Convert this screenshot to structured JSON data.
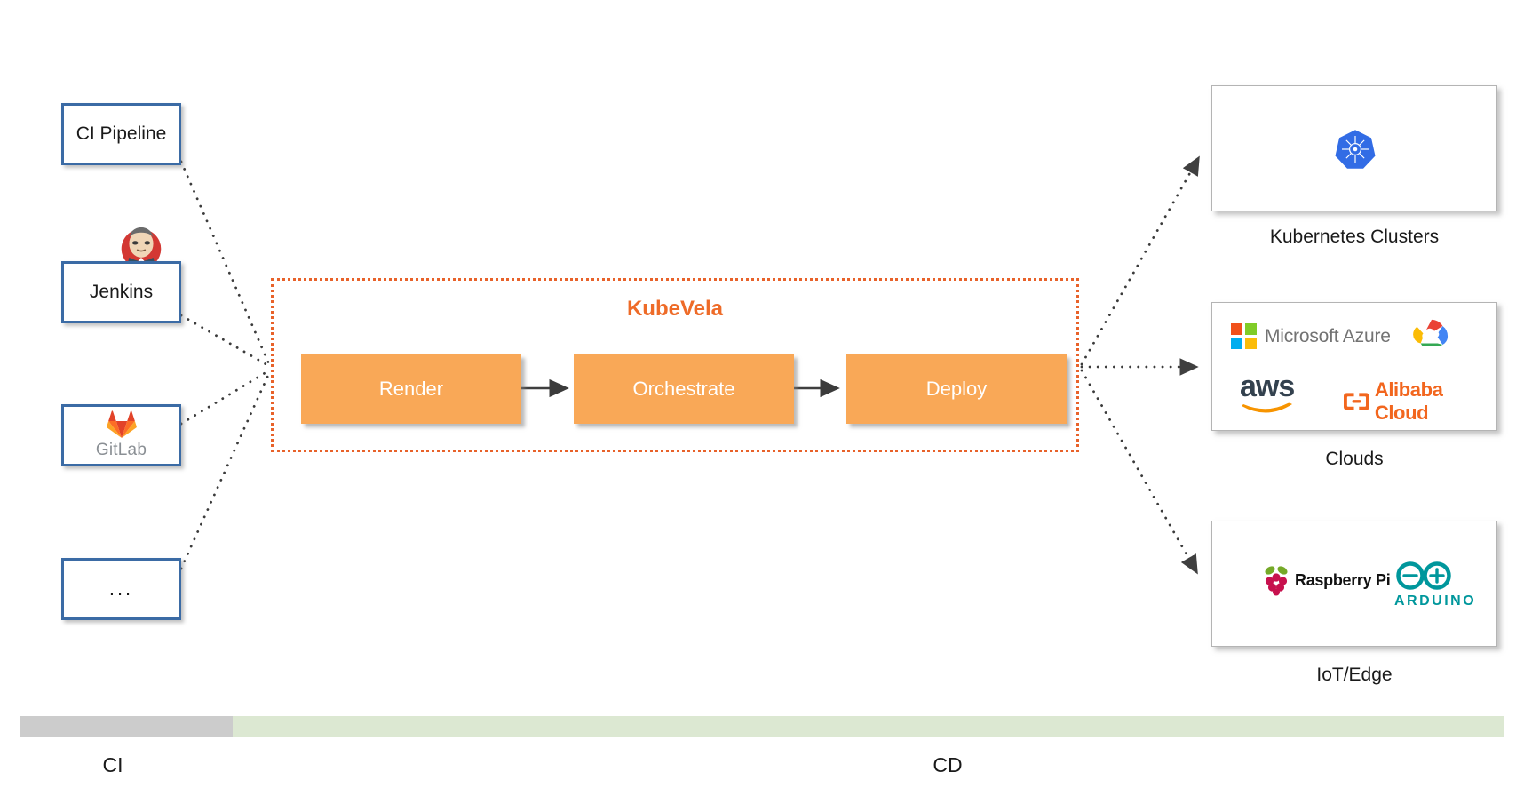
{
  "diagram": {
    "title": "KubeVela CI/CD flow",
    "colors": {
      "accent_orange": "#EE6B28",
      "stage_fill": "#F9A857",
      "source_border_blue": "#3B6BA5",
      "bar_ci_gray": "#CCCCCC",
      "bar_cd_green": "#DCE8D2"
    }
  },
  "sources": {
    "items": [
      {
        "id": "ci-pipeline",
        "label": "CI Pipeline",
        "icon": "none"
      },
      {
        "id": "jenkins",
        "label": "Jenkins",
        "icon": "jenkins-butler-icon"
      },
      {
        "id": "gitlab",
        "label": "GitLab",
        "icon": "gitlab-fox-icon"
      },
      {
        "id": "more",
        "label": "...",
        "icon": "none"
      }
    ]
  },
  "kubevela": {
    "title": "KubeVela",
    "stages": [
      {
        "id": "render",
        "label": "Render"
      },
      {
        "id": "orchestrate",
        "label": "Orchestrate"
      },
      {
        "id": "deploy",
        "label": "Deploy"
      }
    ]
  },
  "targets": {
    "items": [
      {
        "id": "kubernetes",
        "caption": "Kubernetes Clusters",
        "logos": [
          {
            "name": "kubernetes-helm-icon",
            "label": ""
          }
        ]
      },
      {
        "id": "clouds",
        "caption": "Clouds",
        "logos": [
          {
            "name": "microsoft-azure-icon",
            "label": "Microsoft Azure"
          },
          {
            "name": "google-cloud-icon",
            "label": ""
          },
          {
            "name": "aws-icon",
            "label": "aws"
          },
          {
            "name": "alibaba-cloud-icon",
            "label": "Alibaba Cloud"
          }
        ]
      },
      {
        "id": "iot-edge",
        "caption": "IoT/Edge",
        "logos": [
          {
            "name": "raspberry-pi-icon",
            "label": "Raspberry Pi"
          },
          {
            "name": "arduino-icon",
            "label": "ARDUINO"
          }
        ]
      }
    ]
  },
  "bottom_bar": {
    "ci_label": "CI",
    "cd_label": "CD"
  }
}
